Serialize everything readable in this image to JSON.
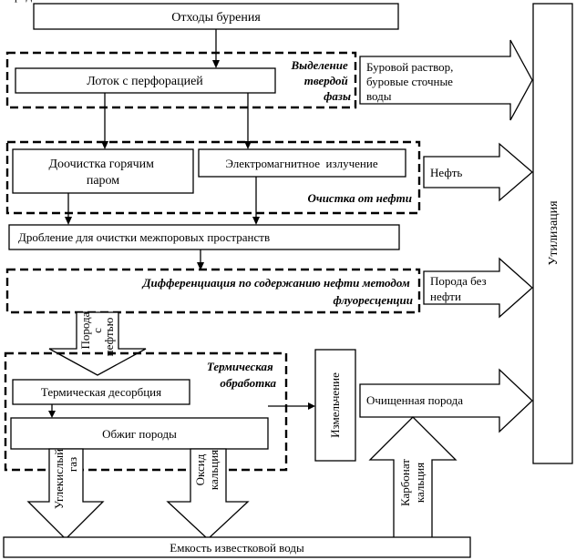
{
  "boxes": {
    "drilling_waste": "Отходы бурения",
    "perforated_tray": "Лоток с перфорацией",
    "steam_cleaning_line1": "Доочистка горячим",
    "steam_cleaning_line2": "паром",
    "em_radiation": "Электромагнитное  излучение",
    "crushing": "Дробление для очистки межпоровых пространств",
    "thermal_desorption": "Термическая десорбция",
    "rock_firing": "Обжиг породы",
    "grinding": "Измельчение",
    "lime_water_tank": "Емкость известковой воды",
    "utilization": "Утилизация"
  },
  "stages": {
    "solid_phase_line1": "Выделение",
    "solid_phase_line2": "твердой",
    "solid_phase_line3": "фазы",
    "oil_cleaning": "Очистка от нефти",
    "diff_line1": "Дифференциация по содержанию нефти методом",
    "diff_line2": "флуоресценции",
    "thermal_line1": "Термическая",
    "thermal_line2": "обработка"
  },
  "outputs": {
    "drilling_fluid_line1": "Буровой раствор,",
    "drilling_fluid_line2": "буровые сточные",
    "drilling_fluid_line3": "воды",
    "oil": "Нефть",
    "rock_no_oil_line1": "Порода без",
    "rock_no_oil_line2": "нефти",
    "cleaned_rock": "Очищенная порода",
    "rock_with_oil_line1": "Порода",
    "rock_with_oil_line2": "с",
    "rock_with_oil_line3": "нефтью",
    "co2_line1": "Углекислый",
    "co2_line2": "газ",
    "cao_line1": "Оксид",
    "cao_line2": "кальция",
    "caco3_line1": "Карбонат",
    "caco3_line2": "кальция"
  }
}
